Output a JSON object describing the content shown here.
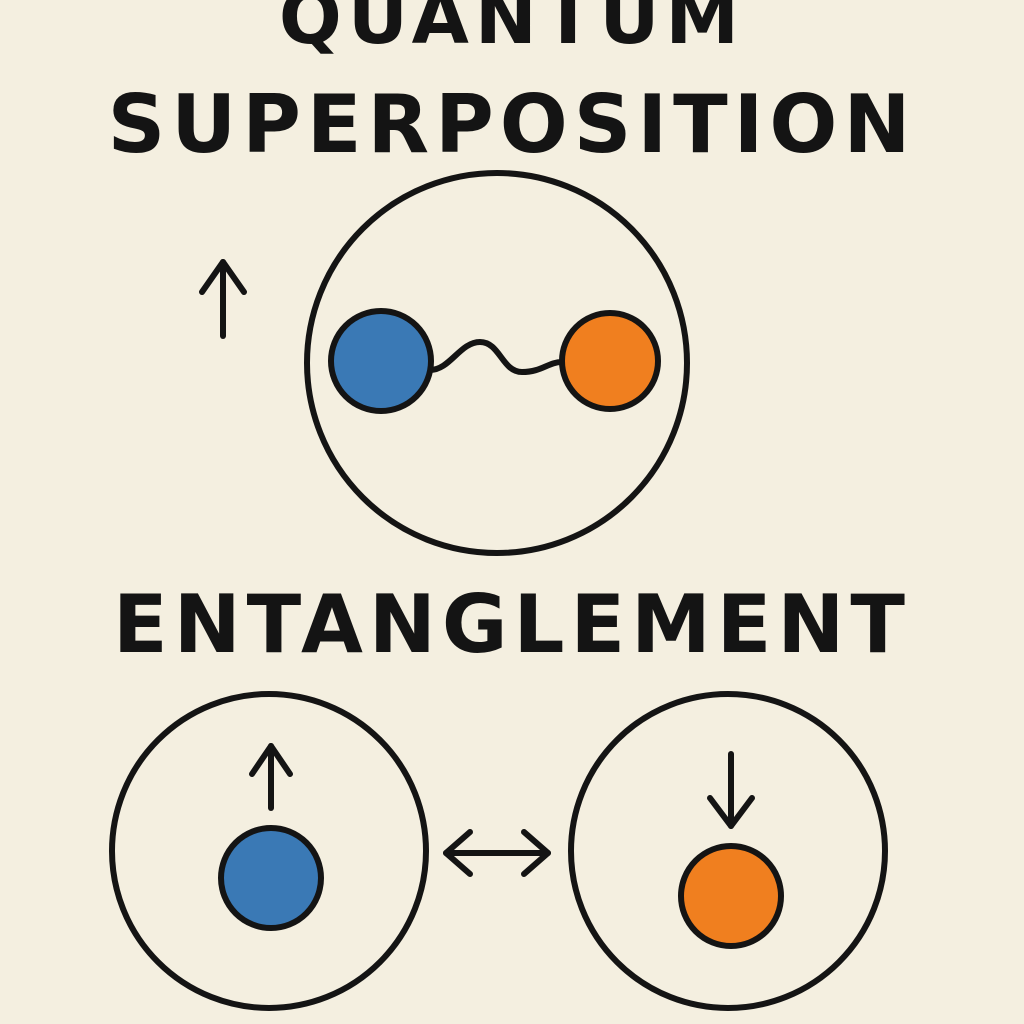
{
  "superposition": {
    "title_line1": "QUANTUM",
    "title_line2": "SUPERPOSITION"
  },
  "entanglement": {
    "title": "ENTANGLEMENT"
  },
  "colors": {
    "background": "#f4efe0",
    "ink": "#141414",
    "particle_blue": "#3a79b5",
    "particle_orange": "#f07f1f"
  },
  "icons": {
    "superposition_arrow": "arrow-up-icon",
    "left_spin": "arrow-up-icon",
    "right_spin": "arrow-down-icon",
    "link": "double-arrow-icon",
    "wave": "wavy-link"
  }
}
